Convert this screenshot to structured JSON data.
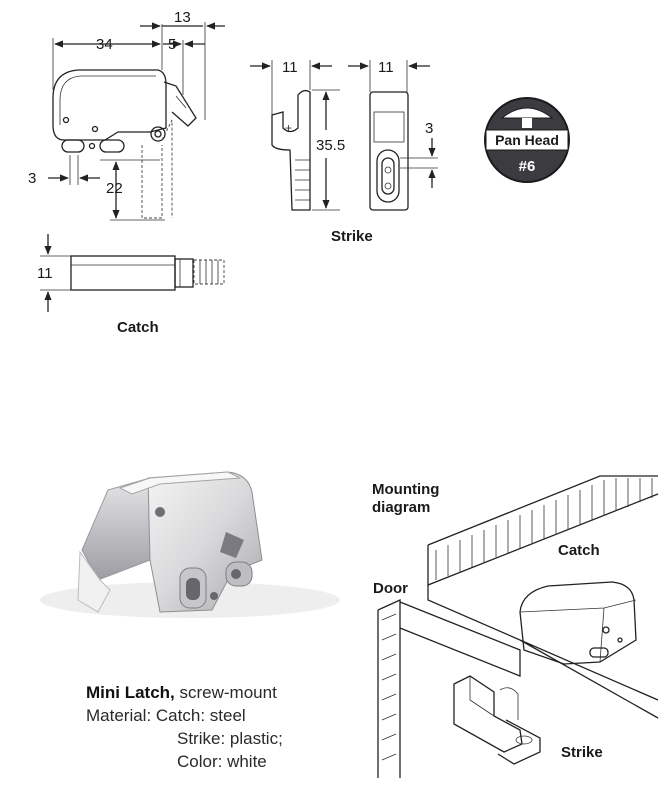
{
  "catch_drawing": {
    "dims": {
      "overall_width": "34",
      "depth": "13",
      "offset": "5",
      "hole_offset": "3",
      "height": "22",
      "side_thickness": "11"
    },
    "label": "Catch"
  },
  "strike_drawing": {
    "dims": {
      "side_width": "11",
      "front_width": "11",
      "height": "35.5",
      "slot": "3"
    },
    "label": "Strike"
  },
  "screw_badge": {
    "head": "Pan Head",
    "size": "#6"
  },
  "product": {
    "name": "Mini Latch,",
    "mount": " screw-mount",
    "material_line": "Material: Catch: steel",
    "strike_line": "Strike: plastic;",
    "color_line": "Color: white"
  },
  "mounting_diagram": {
    "title_line1": "Mounting",
    "title_line2": "diagram",
    "door_label": "Door",
    "catch_label": "Catch",
    "strike_label": "Strike"
  }
}
